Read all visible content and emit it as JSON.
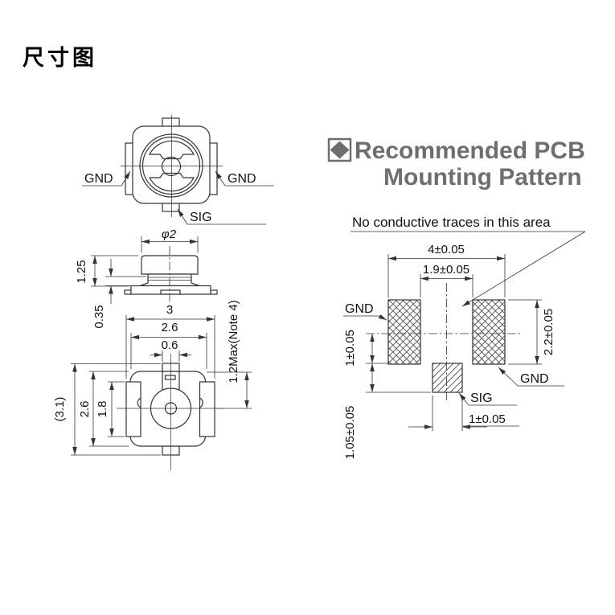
{
  "page": {
    "title": "尺寸图"
  },
  "colors": {
    "line": "#333333",
    "text": "#111111",
    "heading": "#6e6e6e",
    "background": "#ffffff"
  },
  "top_view": {
    "gnd_left": "GND",
    "gnd_right": "GND",
    "sig": "SIG"
  },
  "side_view": {
    "dim_diameter": "φ2",
    "dim_height": "1.25",
    "dim_standoff": "0.35"
  },
  "bottom_view": {
    "dim_width_overall": "3",
    "dim_width_body": "2.6",
    "dim_width_tab": "0.6",
    "dim_height_ref": "(3.1)",
    "dim_height_body": "2.6",
    "dim_height_pad": "1.8",
    "dim_height_max": "1.2Max(Note 4)"
  },
  "pcb_pattern": {
    "heading_line1": "Recommended PCB",
    "heading_line2": "Mounting Pattern",
    "note": "No conductive traces in this area",
    "dim_width_overall": "4±0.05",
    "dim_width_gap": "1.9±0.05",
    "dim_pad_height": "2.2±0.05",
    "dim_center_to_pad": "1±0.05",
    "dim_sig_height": "1.05±0.05",
    "dim_sig_width": "1±0.05",
    "gnd_left": "GND",
    "gnd_right": "GND",
    "sig": "SIG"
  }
}
